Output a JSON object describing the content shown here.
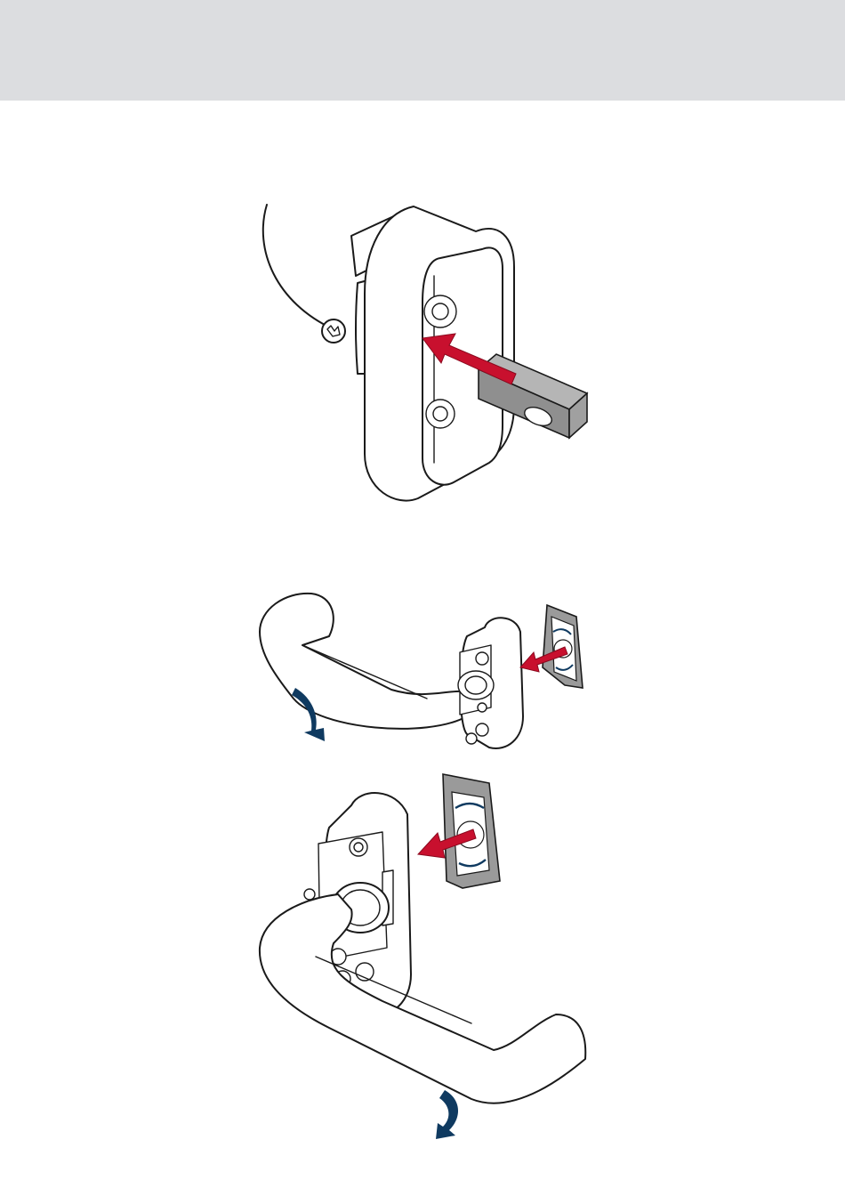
{
  "colors": {
    "header_band": "#dcdde0",
    "arrow_red": "#c8102e",
    "arrow_navy": "#0f3a60",
    "insert_gray": "#8f8f8f",
    "outline": "#1a1a1a"
  },
  "figures": [
    {
      "name": "insert-square-spindle",
      "icons": [
        "handle-rose-icon",
        "square-spindle-icon",
        "insert-arrow-icon"
      ]
    },
    {
      "name": "remove-cover-and-rotate-handle",
      "icons": [
        "lever-handle-icon",
        "rose-cover-icon",
        "remove-arrow-icon",
        "rotate-down-arrow-icon"
      ]
    },
    {
      "name": "remove-cover-and-rotate-handle-alt",
      "icons": [
        "lever-handle-icon",
        "rose-cover-icon",
        "remove-arrow-icon",
        "rotate-down-arrow-icon"
      ]
    }
  ]
}
